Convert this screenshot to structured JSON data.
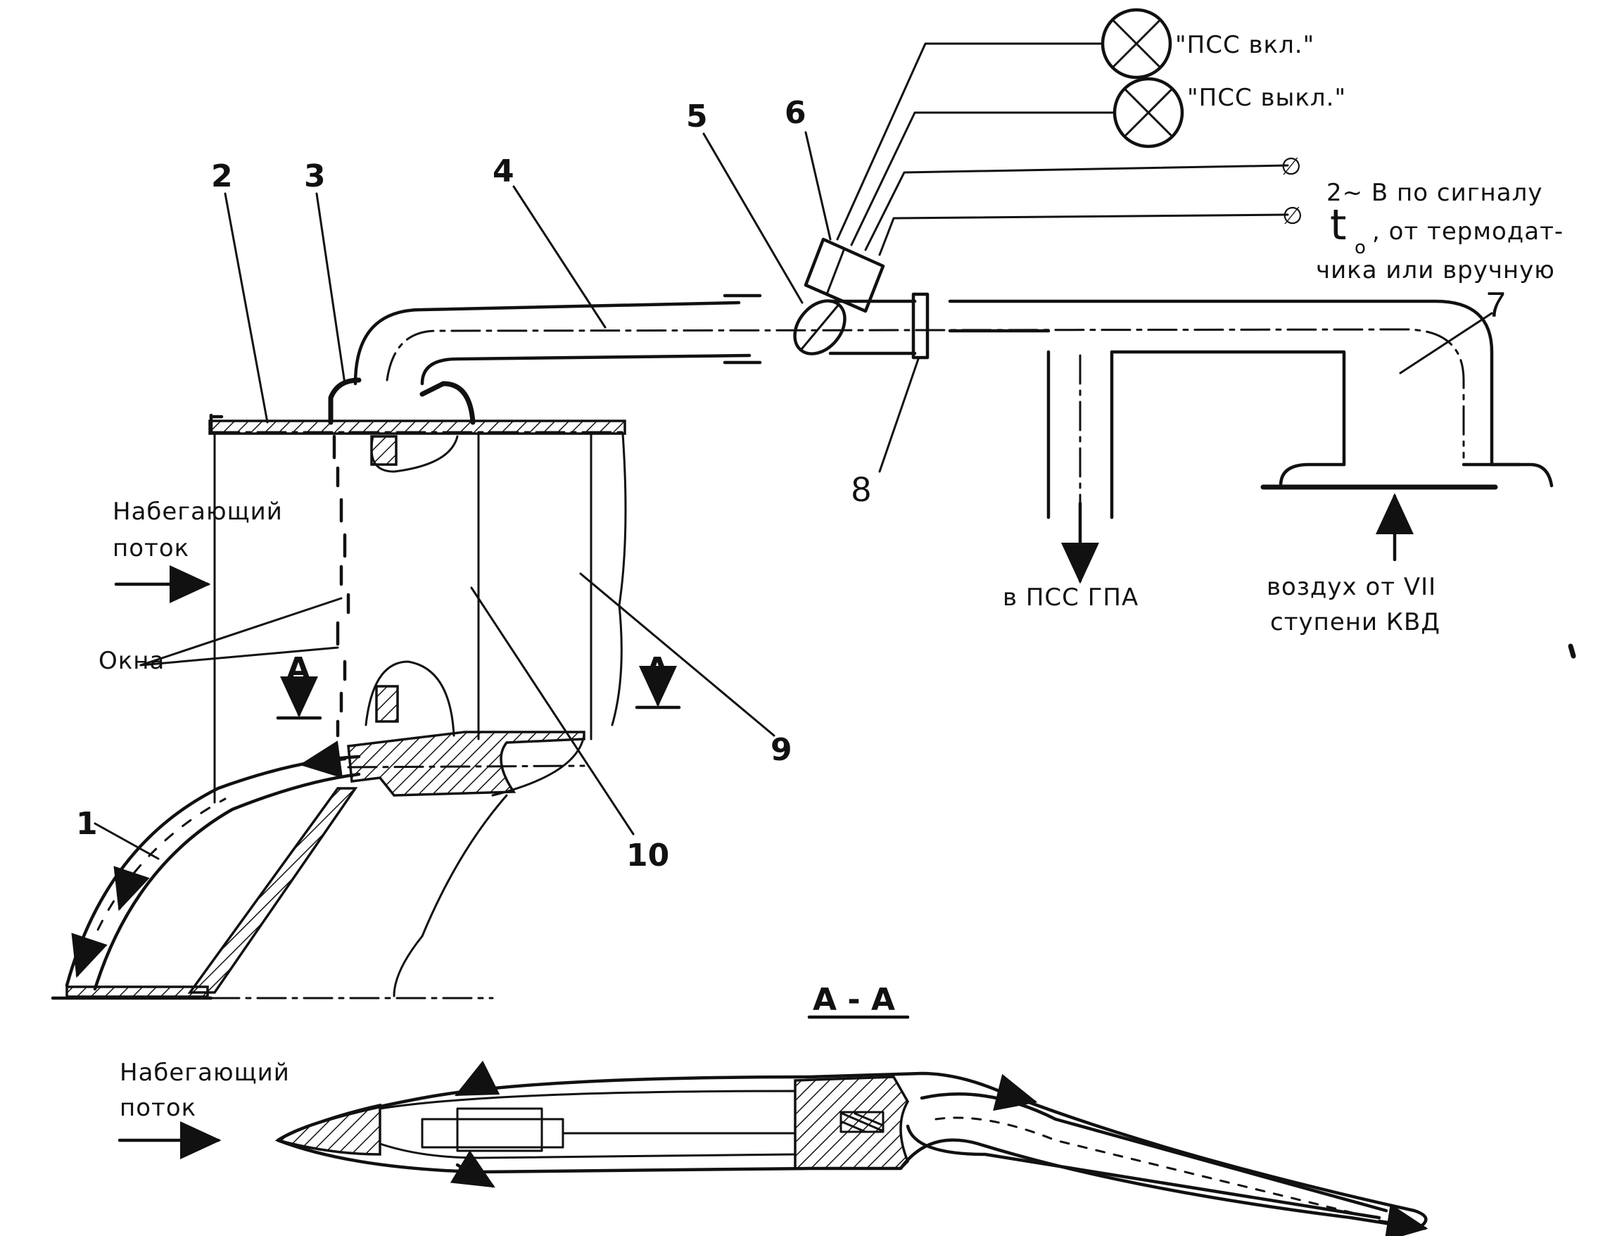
{
  "indicators": {
    "on_label": "\"ПСС вкл.\"",
    "off_label": "\"ПСС выкл.\""
  },
  "callouts": {
    "n1": "1",
    "n2": "2",
    "n3": "3",
    "n4": "4",
    "n5": "5",
    "n6": "6",
    "n7": "7",
    "n8": "8",
    "n9": "9",
    "n10": "10"
  },
  "signal_note": {
    "line1": "2~ В по сигналу",
    "line2_sym": "t",
    "line2_sub": "о",
    "line2": ", от термодат-",
    "line3": "чика или вручную"
  },
  "flows": {
    "to_pss": "в ПСС ГПА",
    "air_source_line1": "воздух от VII",
    "air_source_line2": "ступени КВД",
    "incoming_line1": "Набегающий",
    "incoming_line2": "поток",
    "windows": "Окна"
  },
  "section": {
    "marker": "А",
    "title": "А - А",
    "incoming_line1": "Набегающий",
    "incoming_line2": "поток"
  }
}
